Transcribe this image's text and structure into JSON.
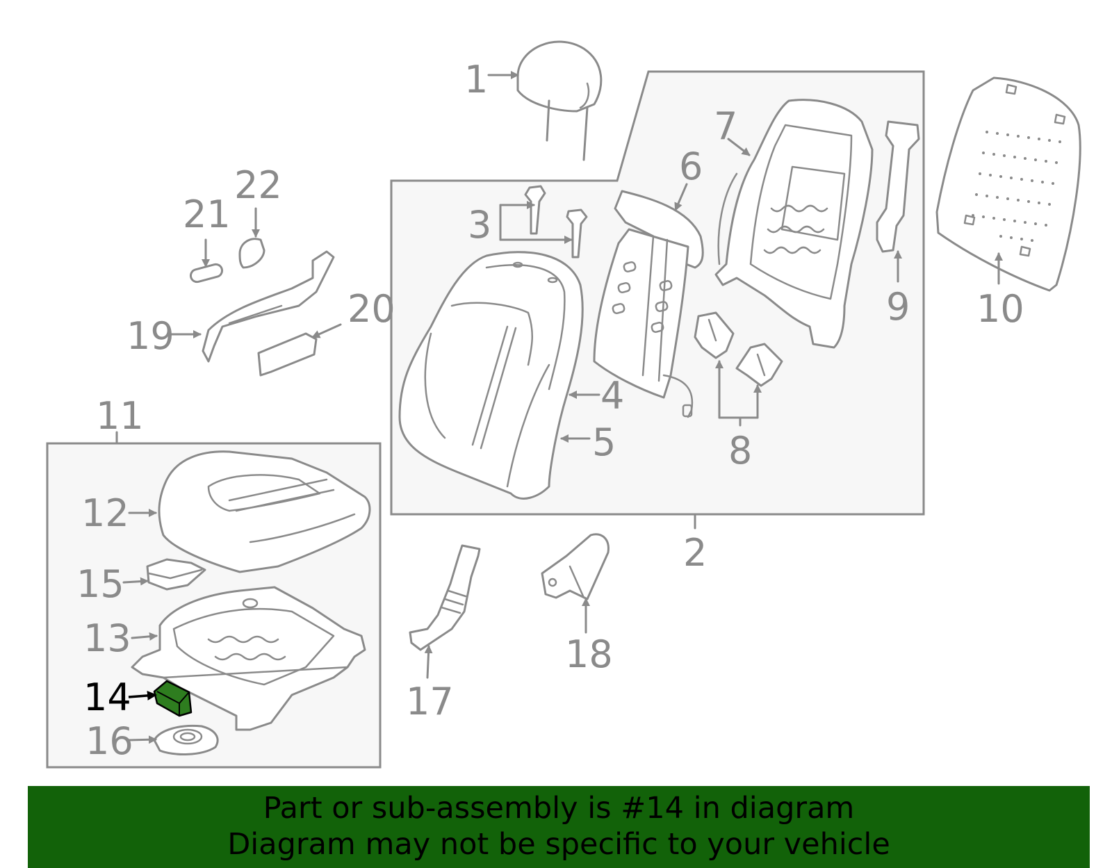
{
  "callouts": {
    "c1": "1",
    "c2": "2",
    "c3": "3",
    "c4": "4",
    "c5": "5",
    "c6": "6",
    "c7": "7",
    "c8": "8",
    "c9": "9",
    "c10": "10",
    "c11": "11",
    "c12": "12",
    "c13": "13",
    "c14": "14",
    "c15": "15",
    "c16": "16",
    "c17": "17",
    "c18": "18",
    "c19": "19",
    "c20": "20",
    "c21": "21",
    "c22": "22"
  },
  "highlight": {
    "part": "14",
    "color": "#2e7d1f"
  },
  "banner": {
    "line1": "Part or sub-assembly is #14 in diagram",
    "line2": "Diagram may not be specific to your vehicle",
    "color": "#126209"
  },
  "colors": {
    "outline": "#8a8a8a",
    "box_fill": "#f7f7f7"
  }
}
